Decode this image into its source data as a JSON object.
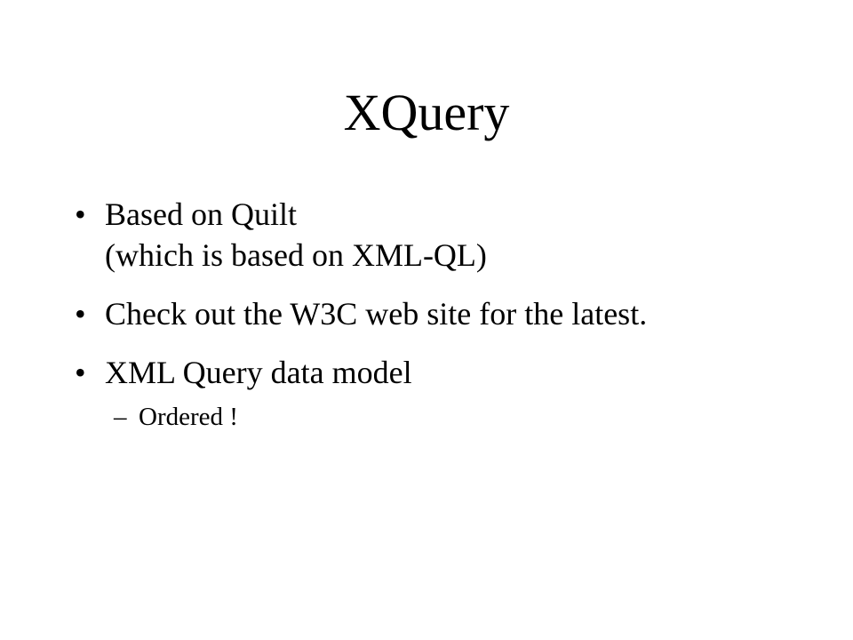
{
  "slide": {
    "title": "XQuery",
    "bullets": [
      {
        "marker": "•",
        "lines": [
          "Based on Quilt",
          "(which is based on XML-QL)"
        ]
      },
      {
        "marker": "•",
        "lines": [
          "Check out the W3C web site for the latest."
        ]
      },
      {
        "marker": "•",
        "lines": [
          "XML Query data model"
        ],
        "subitems": [
          {
            "marker": "–",
            "text": "Ordered !"
          }
        ]
      }
    ]
  }
}
